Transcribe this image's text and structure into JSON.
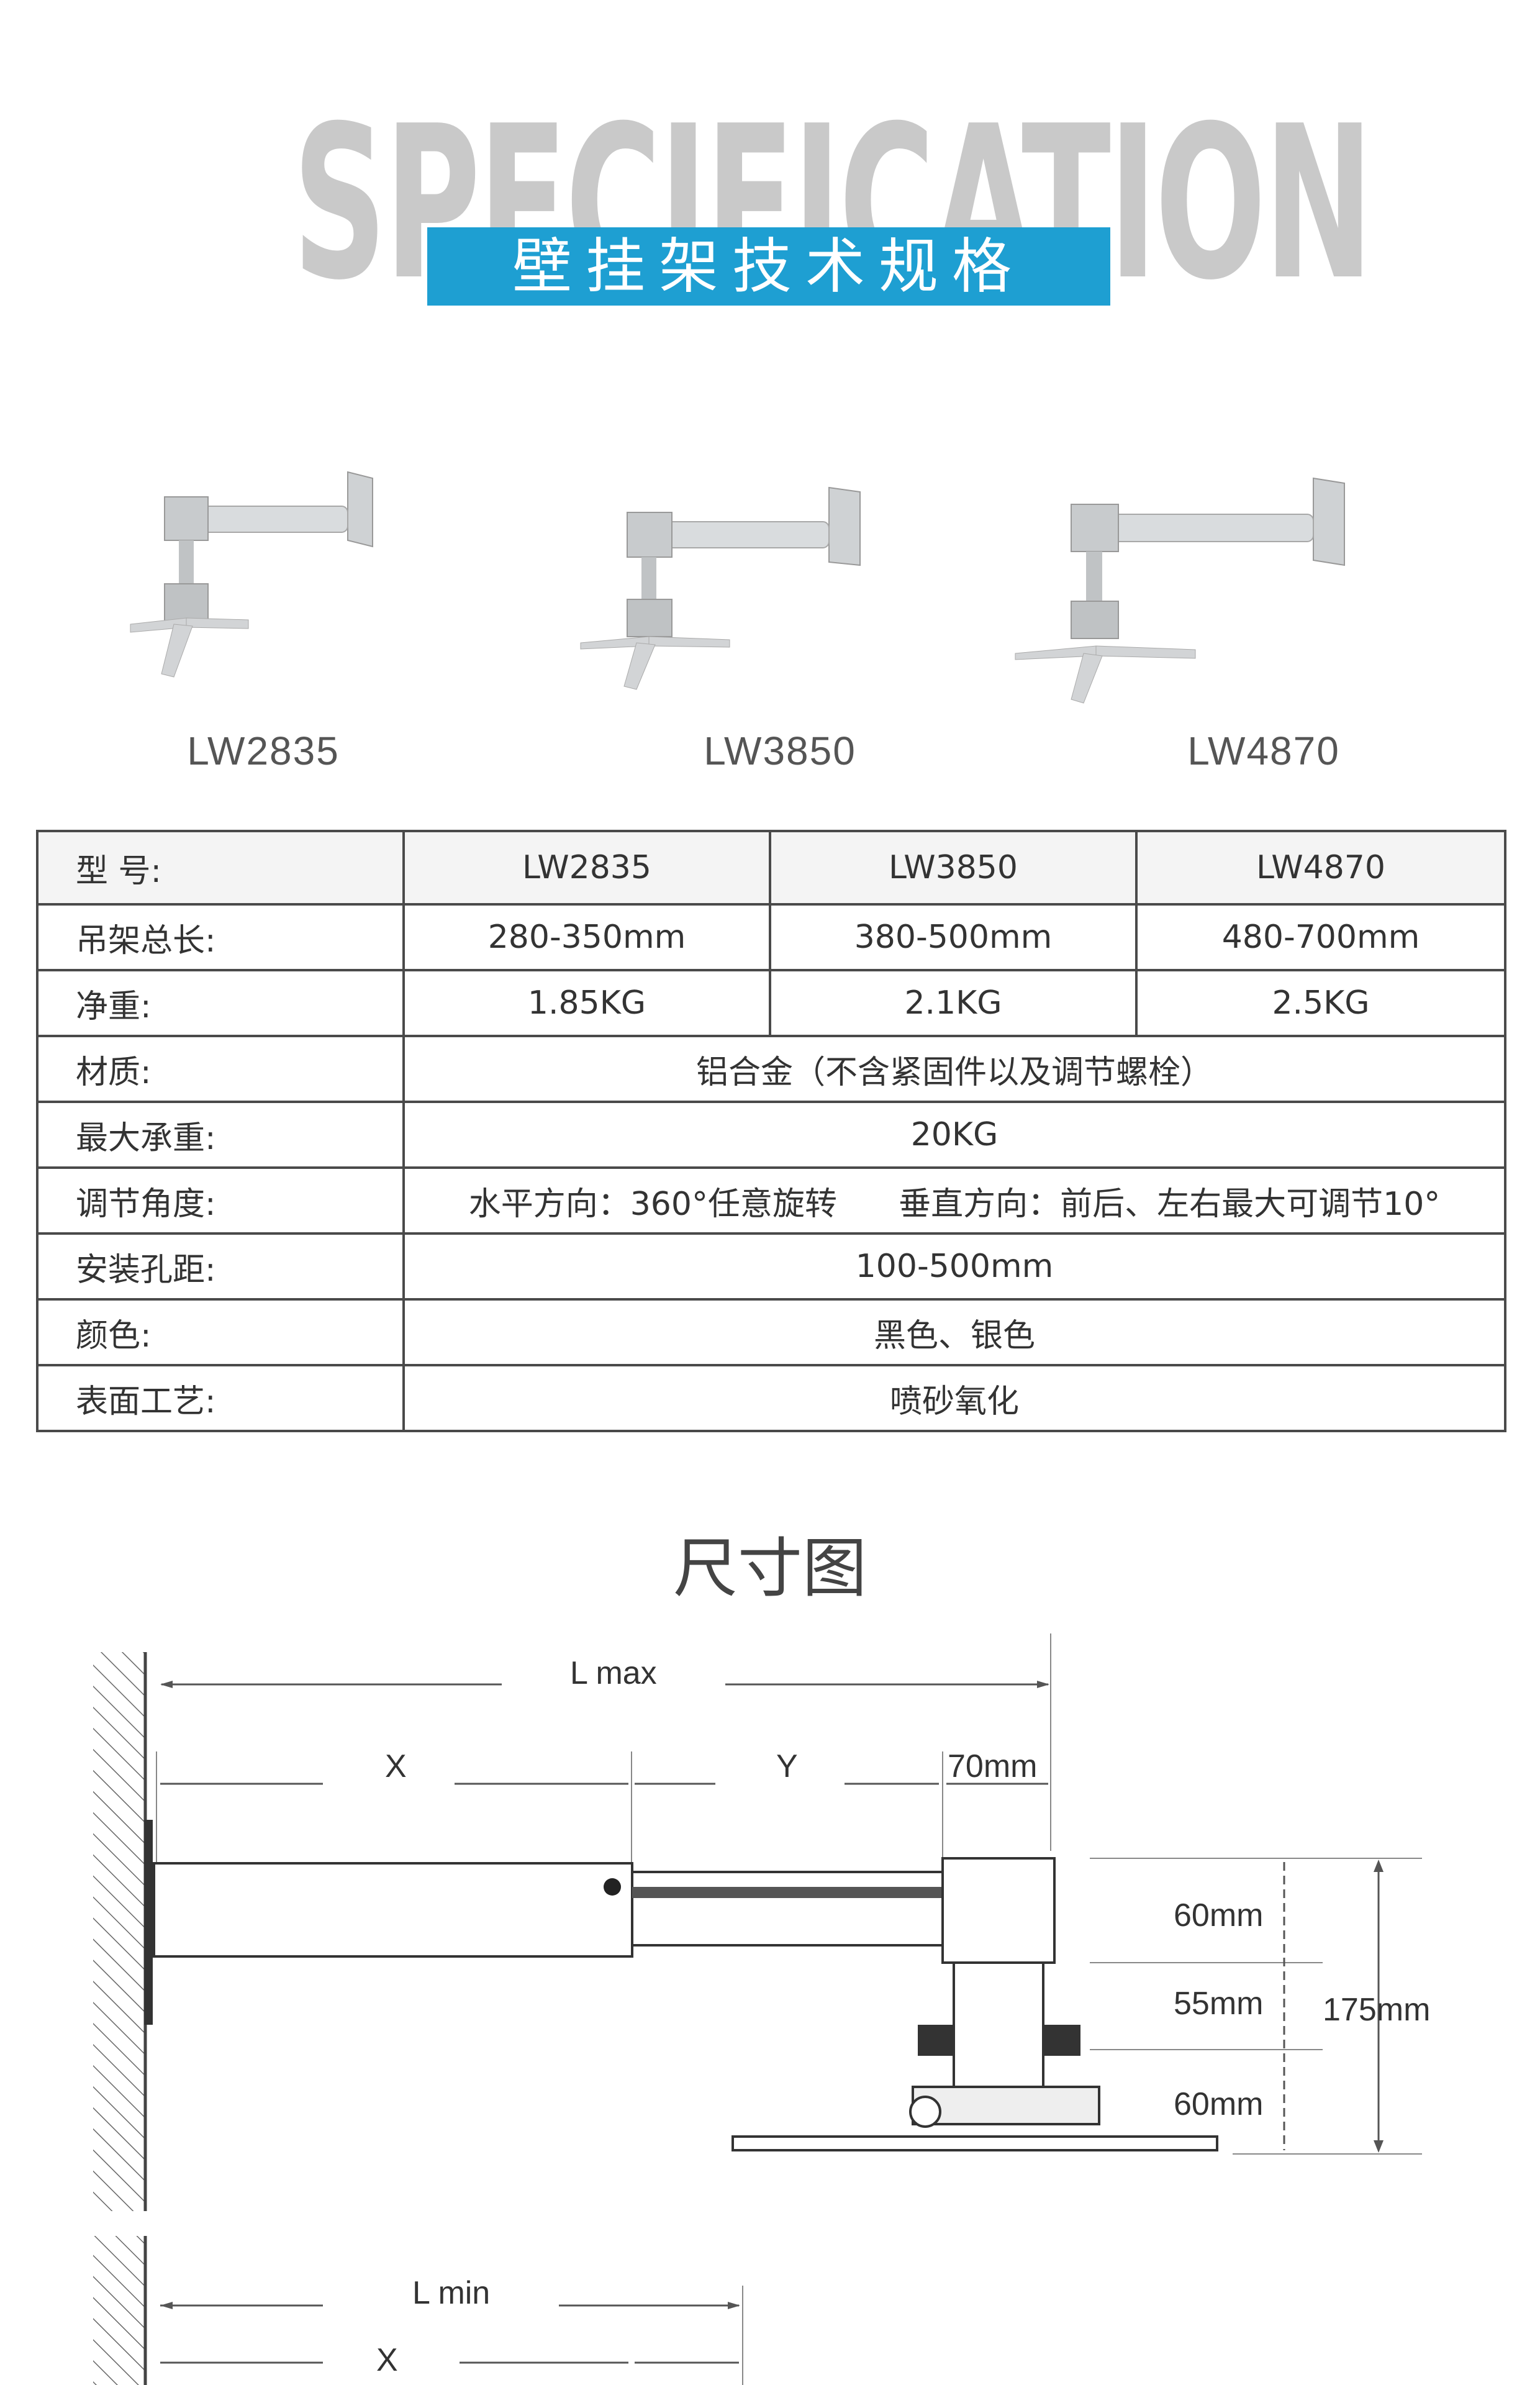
{
  "header": {
    "big_word": "SPECIFICATION",
    "banner": "壁挂架技术规格"
  },
  "products": [
    {
      "model": "LW2835"
    },
    {
      "model": "LW3850"
    },
    {
      "model": "LW4870"
    }
  ],
  "spec_table": {
    "header": {
      "label": "型 号:",
      "cols": [
        "LW2835",
        "LW3850",
        "LW4870"
      ]
    },
    "rows": [
      {
        "label": "吊架总长:",
        "values": [
          "280-350mm",
          "380-500mm",
          "480-700mm"
        ]
      },
      {
        "label": "净重:",
        "values": [
          "1.85KG",
          "2.1KG",
          "2.5KG"
        ]
      },
      {
        "label": "材质:",
        "value": "铝合金（不含紧固件以及调节螺栓）"
      },
      {
        "label": "最大承重:",
        "value": "20KG"
      },
      {
        "label": "调节角度:",
        "value": "水平方向：360°任意旋转      垂直方向：前后、左右最大可调节10°"
      },
      {
        "label": "安装孔距:",
        "value": "100-500mm"
      },
      {
        "label": "颜色:",
        "value": "黑色、银色"
      },
      {
        "label": "表面工艺:",
        "value": "喷砂氧化"
      }
    ]
  },
  "dimension": {
    "title": "尺寸图",
    "lmax": "L max",
    "x": "X",
    "y": "Y",
    "d70": "70mm",
    "d60a": "60mm",
    "d55": "55mm",
    "d60b": "60mm",
    "d175": "175mm",
    "lmin": "L min",
    "x2": "X"
  }
}
